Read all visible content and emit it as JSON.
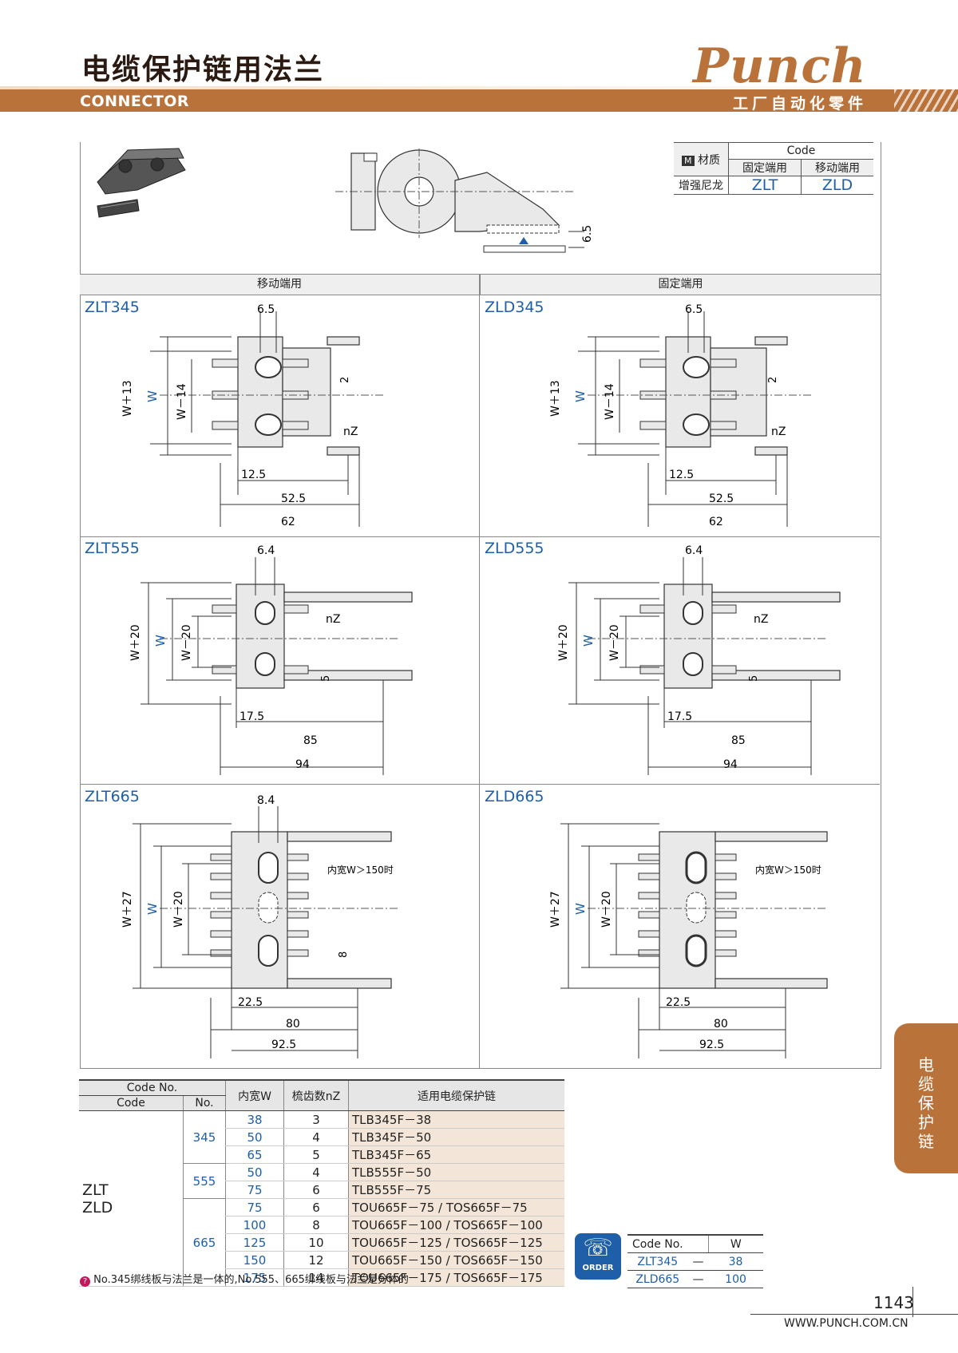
{
  "header": {
    "title": "电缆保护链用法兰",
    "subtitle": "CONNECTOR",
    "brand": "Punch",
    "slogan": "工厂自动化零件",
    "accent_color": "#b9733a",
    "link_color": "#1e5fa8"
  },
  "material_table": {
    "icon": "M",
    "material_label": "材质",
    "code_label": "Code",
    "fixed_label": "固定端用",
    "moving_label": "移动端用",
    "material": "增强尼龙",
    "fixed_code": "ZLT",
    "moving_code": "ZLD"
  },
  "top_drawing": {
    "dim": "6.5"
  },
  "columns": {
    "left": "移动端用",
    "right": "固定端用"
  },
  "drawings": {
    "r345": {
      "left_model": "ZLT345",
      "right_model": "ZLD345",
      "hole": "6.5",
      "wplus": "W＋13",
      "w": "W",
      "wminus": "W－14",
      "small": "2",
      "nz": "nZ",
      "d1": "12.5",
      "d2": "52.5",
      "d3": "62"
    },
    "r555": {
      "left_model": "ZLT555",
      "right_model": "ZLD555",
      "hole": "6.4",
      "wplus": "W＋20",
      "w": "W",
      "wminus": "W－20",
      "small": "5",
      "nz": "nZ",
      "d1": "17.5",
      "d2": "85",
      "d3": "94"
    },
    "r665": {
      "left_model": "ZLT665",
      "right_model": "ZLD665",
      "hole": "8.4",
      "wplus": "W＋27",
      "w": "W",
      "wminus": "W－20",
      "small": "8",
      "note": "内宽W＞150时",
      "d1": "22.5",
      "d2": "80",
      "d3": "92.5"
    }
  },
  "main_table": {
    "headers": {
      "code_no": "Code No.",
      "code": "Code",
      "no": "No.",
      "w": "内宽W",
      "nz": "梳齿数nZ",
      "chain": "适用电缆保护链"
    },
    "codes": [
      "ZLT",
      "ZLD"
    ],
    "groups": [
      {
        "no": "345",
        "rows": [
          {
            "w": "38",
            "nz": "3",
            "chain": "TLB345F－38"
          },
          {
            "w": "50",
            "nz": "4",
            "chain": "TLB345F－50"
          },
          {
            "w": "65",
            "nz": "5",
            "chain": "TLB345F－65"
          }
        ]
      },
      {
        "no": "555",
        "rows": [
          {
            "w": "50",
            "nz": "4",
            "chain": "TLB555F－50"
          },
          {
            "w": "75",
            "nz": "6",
            "chain": "TLB555F－75"
          }
        ]
      },
      {
        "no": "665",
        "rows": [
          {
            "w": "75",
            "nz": "6",
            "chain": "TOU665F－75 / TOS665F－75"
          },
          {
            "w": "100",
            "nz": "8",
            "chain": "TOU665F－100 / TOS665F－100"
          },
          {
            "w": "125",
            "nz": "10",
            "chain": "TOU665F－125 / TOS665F－125"
          },
          {
            "w": "150",
            "nz": "12",
            "chain": "TOU665F－150 / TOS665F－150"
          },
          {
            "w": "175",
            "nz": "14",
            "chain": "TOU665F－175 / TOS665F－175"
          }
        ]
      }
    ]
  },
  "note": "No.345绑线板与法兰是一体的,No.555、665绑线板与法兰是分体的",
  "order": {
    "label": "ORDER",
    "col_code": "Code No.",
    "col_w": "W",
    "rows": [
      {
        "code": "ZLT345",
        "dash": "—",
        "w": "38"
      },
      {
        "code": "ZLD665",
        "dash": "—",
        "w": "100"
      }
    ]
  },
  "side_tab": [
    "电",
    "缆",
    "保",
    "护",
    "链"
  ],
  "footer": {
    "page": "1143",
    "website": "WWW.PUNCH.COM.CN"
  }
}
